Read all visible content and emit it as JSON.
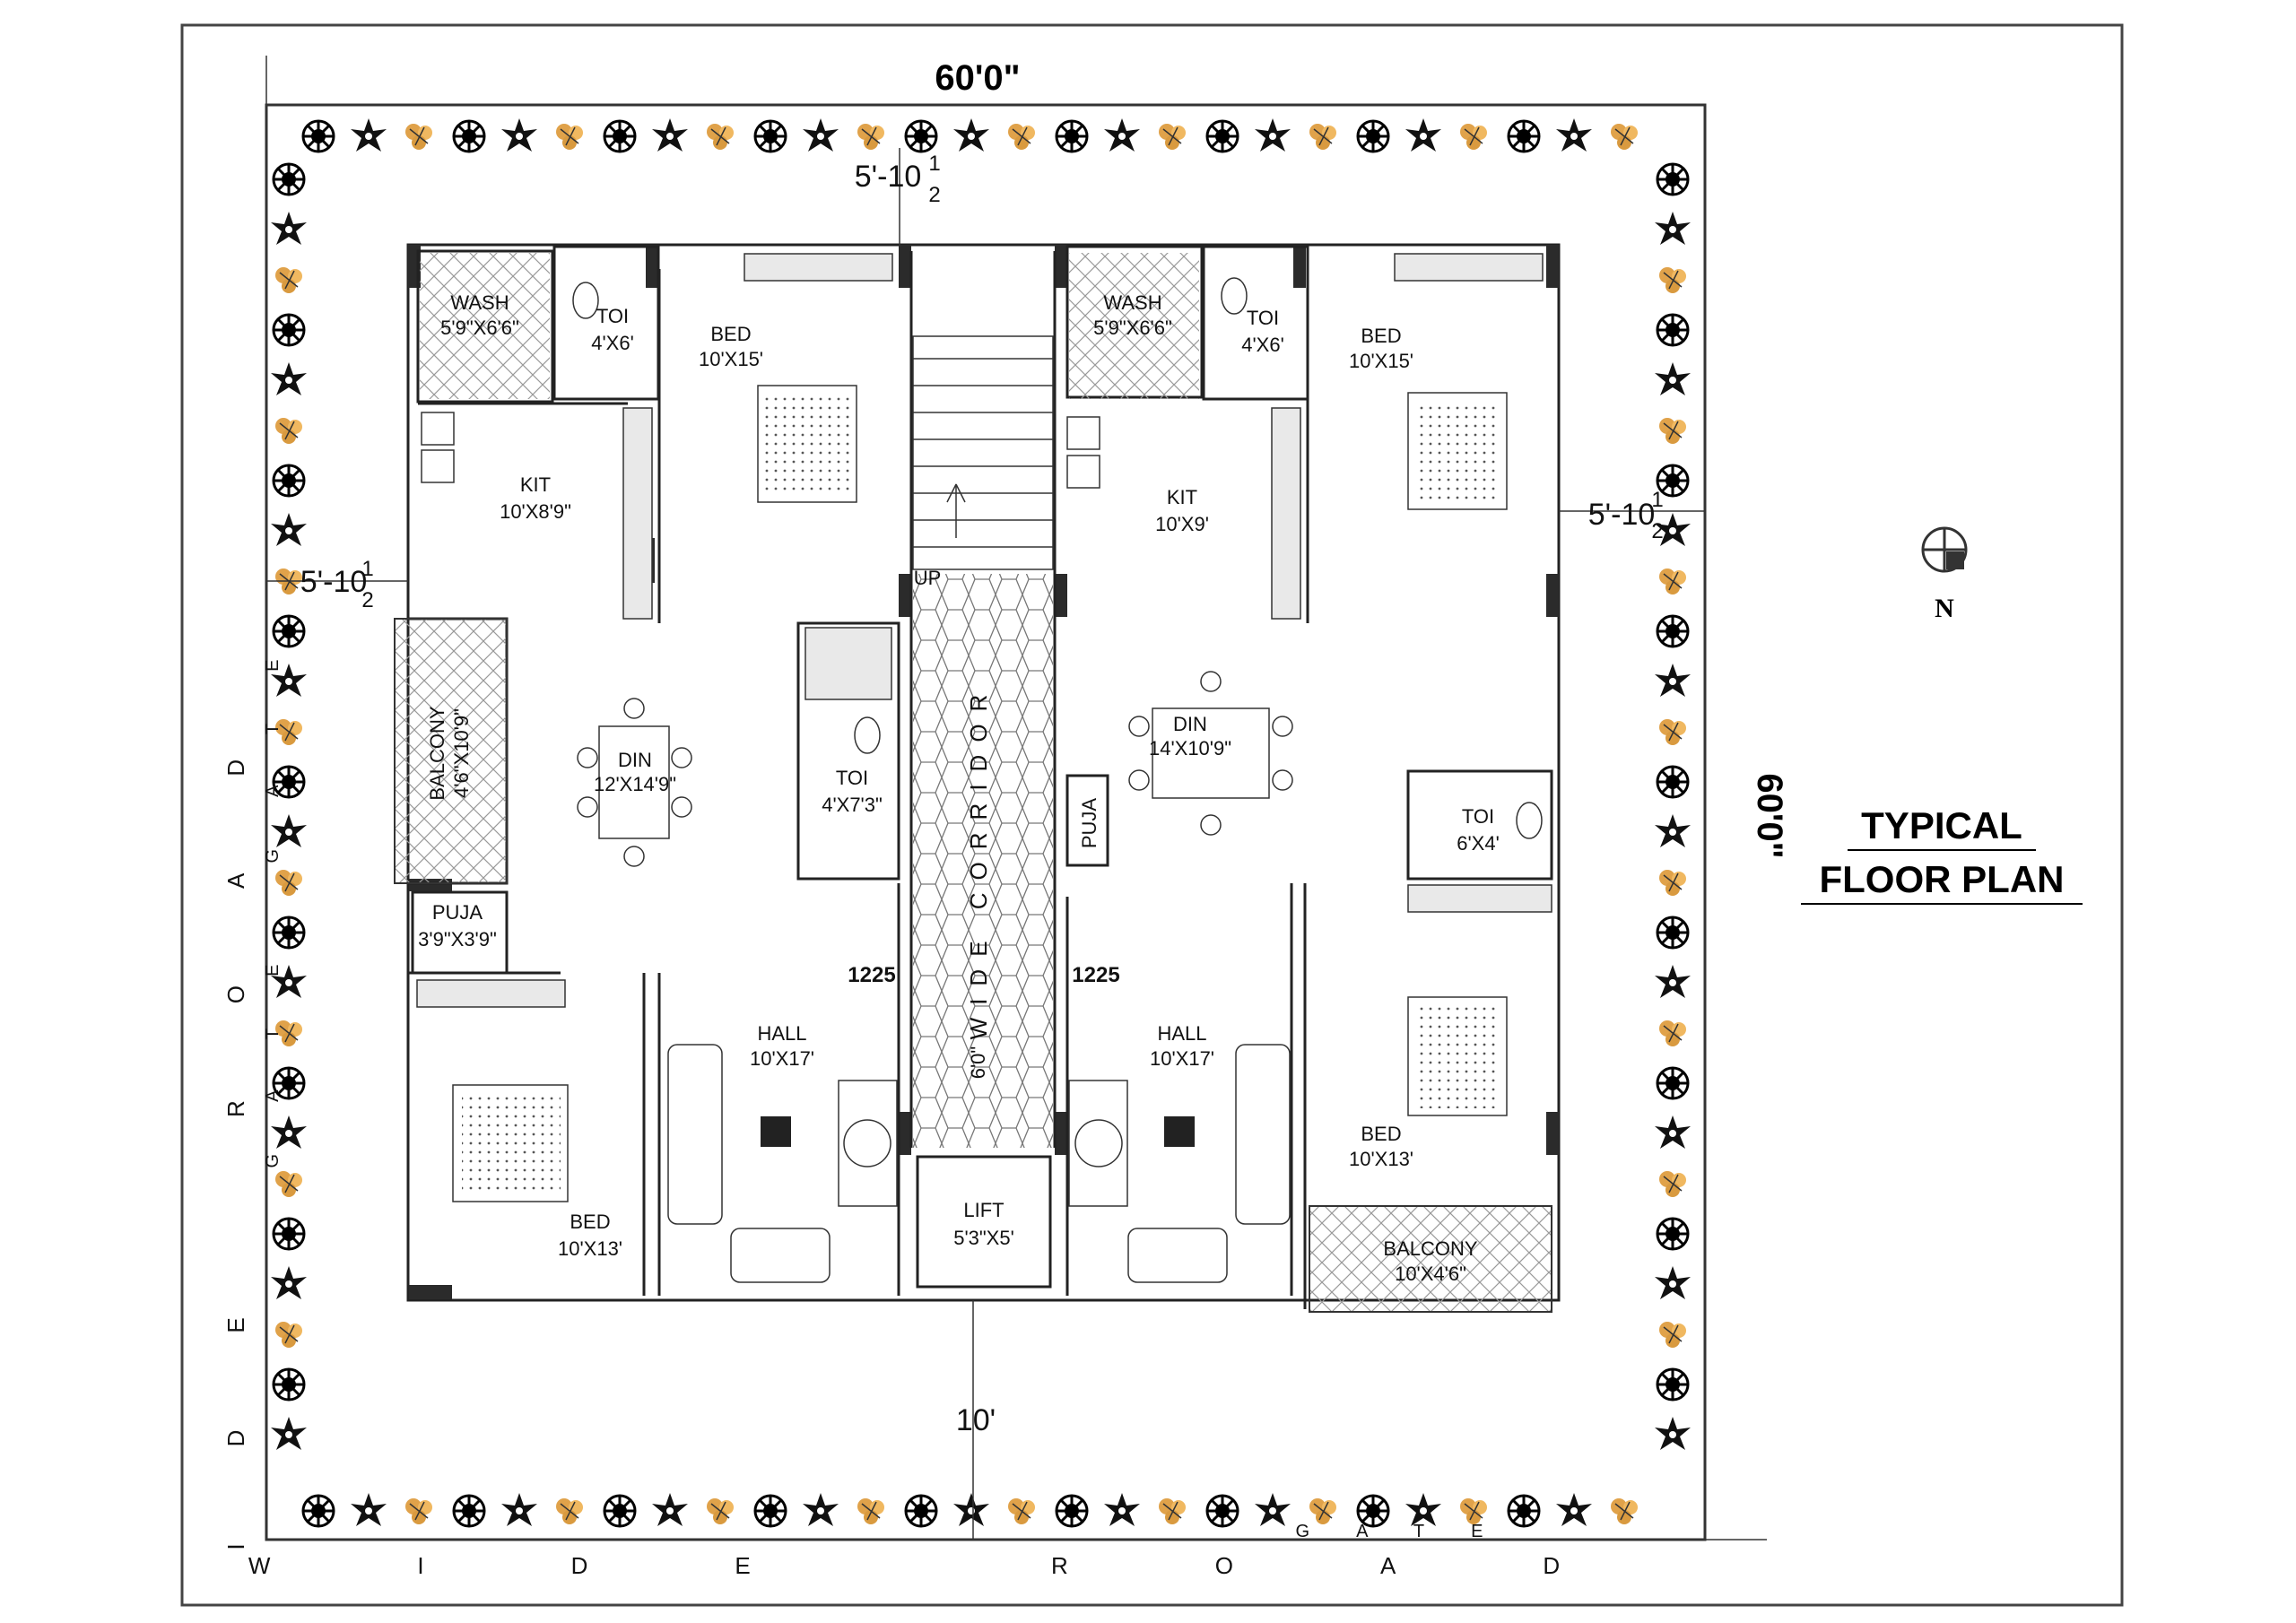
{
  "dimensions": {
    "top_width": "60'0\"",
    "right_depth": "60'0\"",
    "top_setback": "5'-10",
    "left_setback": "5'-10",
    "right_setback": "5'-10",
    "half_num": "1",
    "half_den": "2",
    "bottom_setback": "10'",
    "corridor_width": "6'0\"",
    "left_unit": "1225",
    "right_unit": "1225"
  },
  "rooms": {
    "wash_l": "WASH",
    "wash_l_size": "5'9\"X6'6\"",
    "toi_l": "TOI",
    "toi_l_size": "4'X6'",
    "bed_tl": "BED",
    "bed_tl_size": "10'X15'",
    "kit_l": "KIT",
    "kit_l_size": "10'X8'9\"",
    "balcony_l": "BALCONY",
    "balcony_l_size": "4'6\"X10'9\"",
    "din_l": "DIN",
    "din_l_size": "12'X14'9\"",
    "toi_c": "TOI",
    "toi_c_size": "4'X7'3\"",
    "puja_l": "PUJA",
    "puja_l_size": "3'9\"X3'9\"",
    "hall_l": "HALL",
    "hall_l_size": "10'X17'",
    "bed_bl": "BED",
    "bed_bl_size": "10'X13'",
    "up": "UP",
    "corridor": "WIDE CORRIDOR",
    "lift": "LIFT",
    "lift_size": "5'3\"X5'",
    "wash_r": "WASH",
    "wash_r_size": "5'9\"X6'6\"",
    "toi_r": "TOI",
    "toi_r_size": "4'X6'",
    "bed_tr": "BED",
    "bed_tr_size": "10'X15'",
    "kit_r": "KIT",
    "kit_r_size": "10'X9'",
    "din_r": "DIN",
    "din_r_size": "14'X10'9\"",
    "puja_r": "PUJA",
    "toi_rr": "TOI",
    "toi_rr_size": "6'X4'",
    "hall_r": "HALL",
    "hall_r_size": "10'X17'",
    "bed_br": "BED",
    "bed_br_size": "10'X13'",
    "balcony_r": "BALCONY",
    "balcony_r_size": "10'X4'6\""
  },
  "roads": {
    "left_road": "WIDE ROAD",
    "left_gate": "GATE",
    "left_gate2": "GATE",
    "bottom_road": "WIDE ROAD",
    "bottom_gate": "GATE"
  },
  "north": "N",
  "title_line1": "TYPICAL",
  "title_line2": "FLOOR PLAN"
}
